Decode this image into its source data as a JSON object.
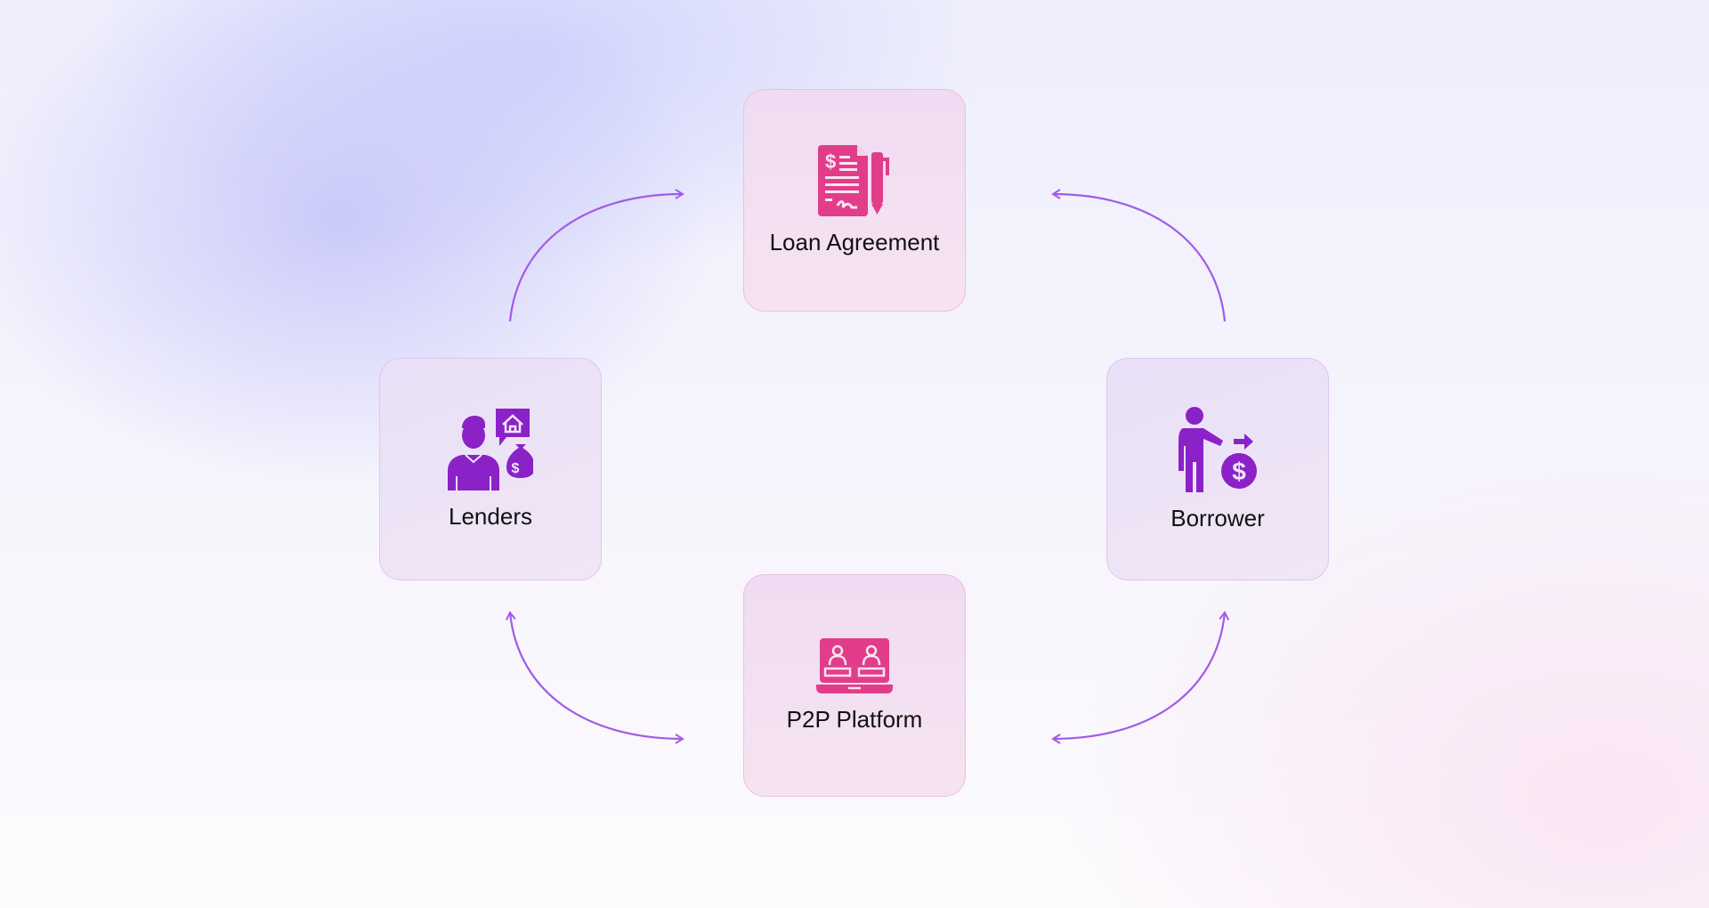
{
  "colors": {
    "accent_pink": "#e23d8a",
    "accent_purple": "#8a22c8",
    "arrow": "#a15be8"
  },
  "nodes": [
    {
      "id": "loan-agreement",
      "label": "Loan Agreement",
      "icon": "contract-pen-icon"
    },
    {
      "id": "lenders",
      "label": "Lenders",
      "icon": "person-house-moneybag-icon"
    },
    {
      "id": "borrower",
      "label": "Borrower",
      "icon": "person-moneybag-arrow-icon"
    },
    {
      "id": "p2p-platform",
      "label": "P2P Platform",
      "icon": "laptop-two-users-icon"
    }
  ],
  "edges": [
    {
      "from": "lenders",
      "to": "loan-agreement",
      "direction": "single"
    },
    {
      "from": "borrower",
      "to": "loan-agreement",
      "direction": "single"
    },
    {
      "from": "lenders",
      "to": "p2p-platform",
      "direction": "double"
    },
    {
      "from": "borrower",
      "to": "p2p-platform",
      "direction": "double"
    }
  ]
}
